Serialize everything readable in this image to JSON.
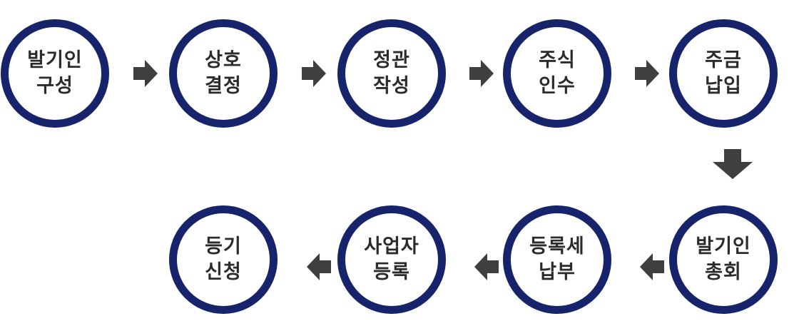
{
  "colors": {
    "circle_border": "#17236b",
    "arrow": "#3f3f3f",
    "text": "#2b2b2b"
  },
  "steps": [
    {
      "line1": "발기인",
      "line2": "구성"
    },
    {
      "line1": "상호",
      "line2": "결정"
    },
    {
      "line1": "정관",
      "line2": "작성"
    },
    {
      "line1": "주식",
      "line2": "인수"
    },
    {
      "line1": "주금",
      "line2": "납입"
    },
    {
      "line1": "발기인",
      "line2": "총회"
    },
    {
      "line1": "등록세",
      "line2": "납부"
    },
    {
      "line1": "사업자",
      "line2": "등록"
    },
    {
      "line1": "등기",
      "line2": "신청"
    }
  ],
  "arrows": [
    {
      "direction": "right"
    },
    {
      "direction": "right"
    },
    {
      "direction": "right"
    },
    {
      "direction": "right"
    },
    {
      "direction": "down"
    },
    {
      "direction": "left"
    },
    {
      "direction": "left"
    },
    {
      "direction": "left"
    }
  ]
}
